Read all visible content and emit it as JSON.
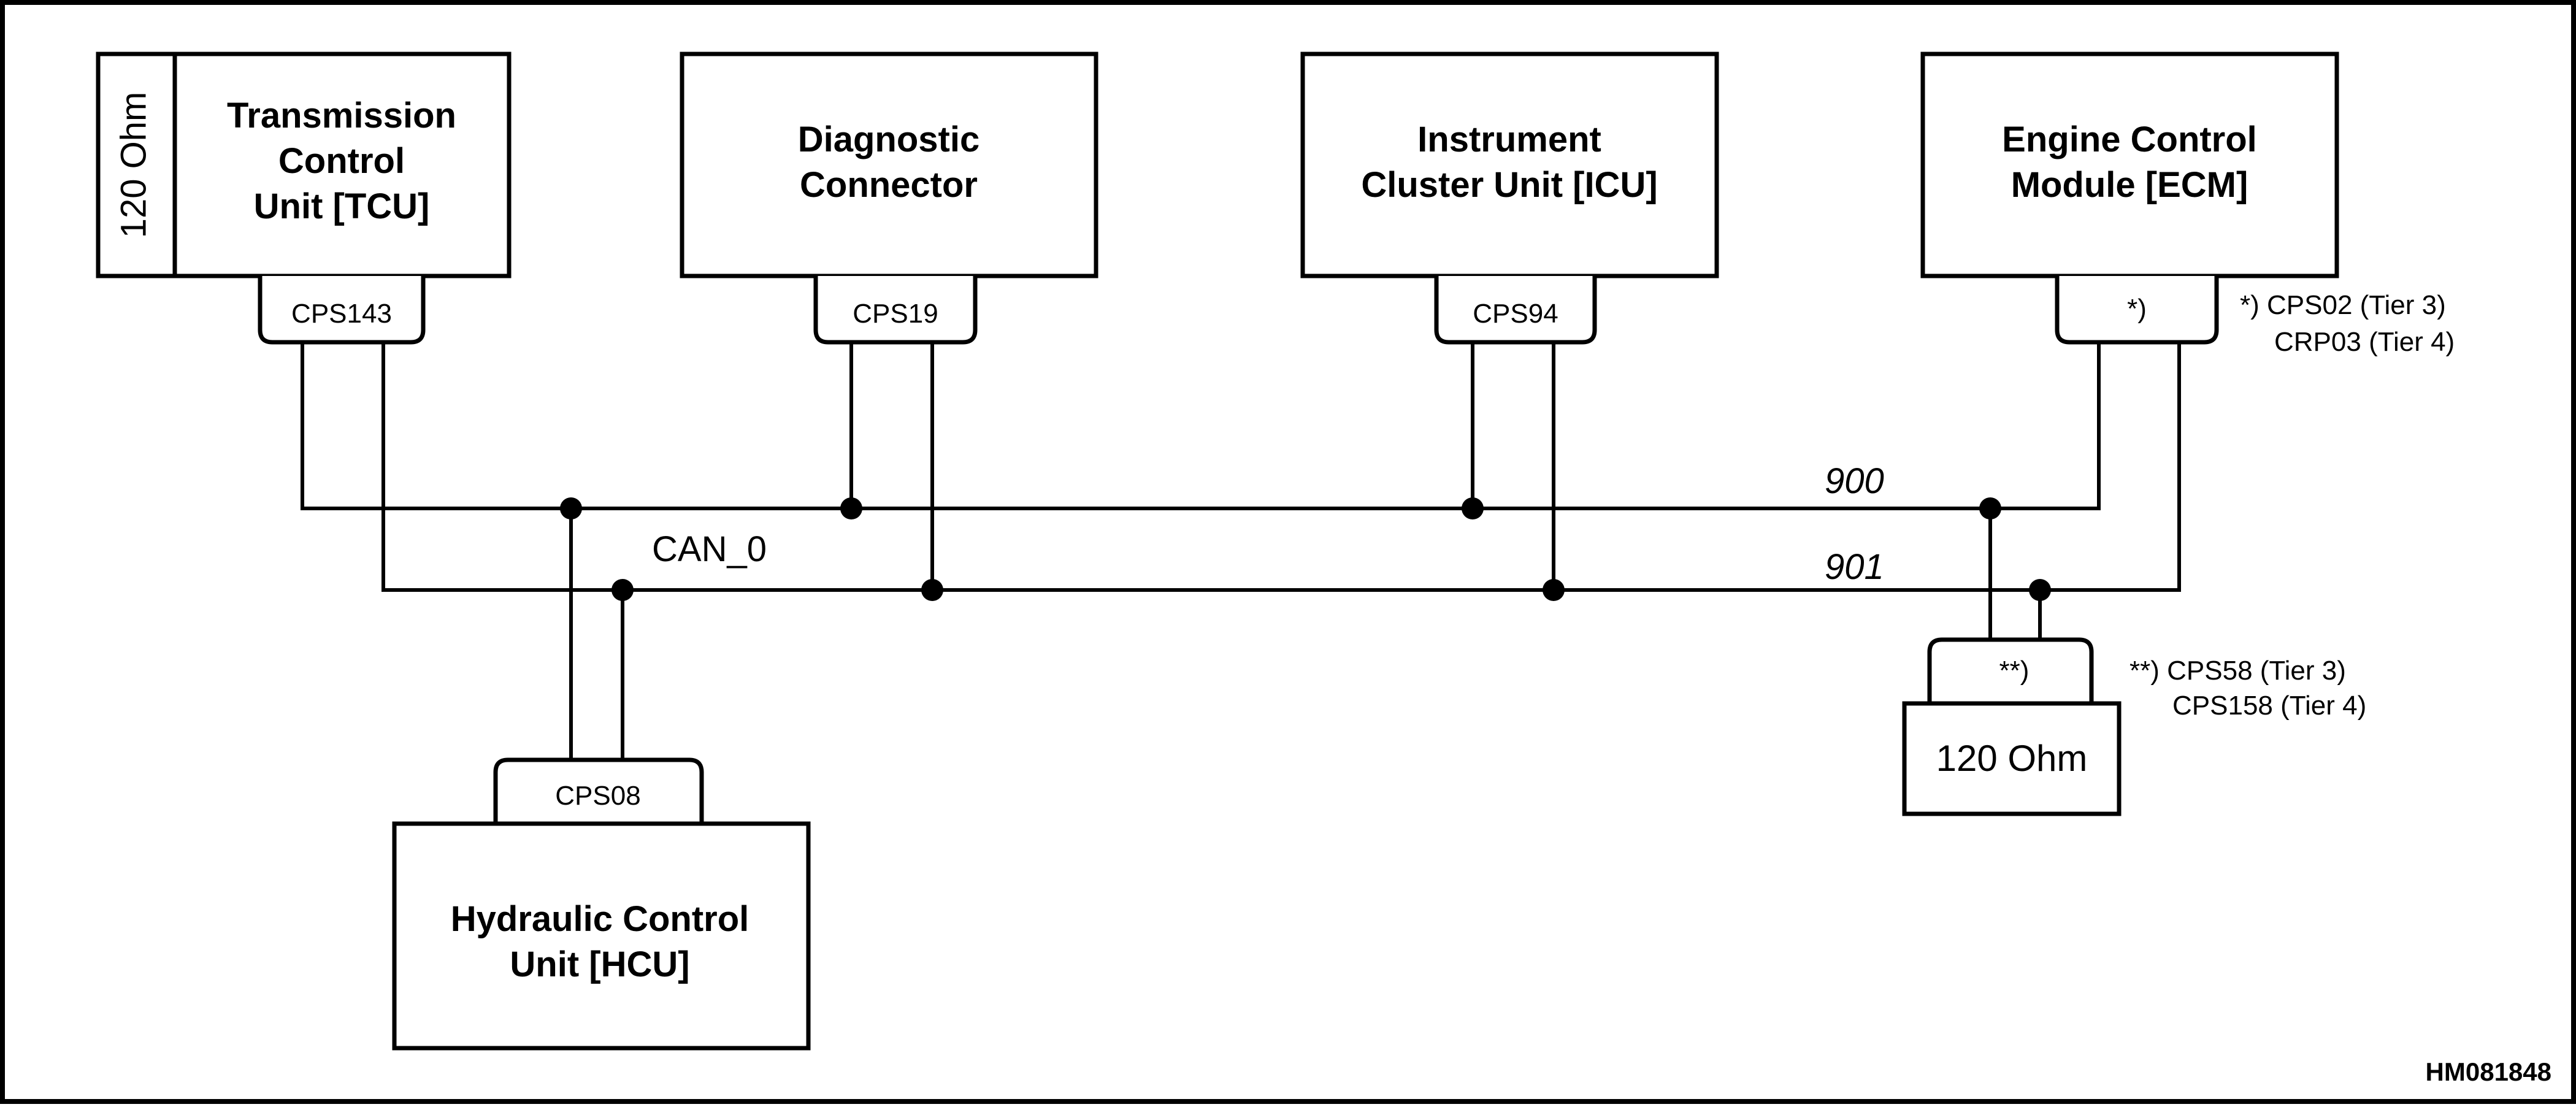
{
  "units": {
    "tcu": {
      "label_lines": [
        "Transmission",
        "Control",
        "Unit [TCU]"
      ],
      "terminator": "120 Ohm",
      "connector": "CPS143"
    },
    "diag": {
      "label_lines": [
        "Diagnostic",
        "Connector"
      ],
      "connector": "CPS19"
    },
    "icu": {
      "label_lines": [
        "Instrument",
        "Cluster Unit [ICU]"
      ],
      "connector": "CPS94"
    },
    "ecm": {
      "label_lines": [
        "Engine Control",
        "Module [ECM]"
      ],
      "connector": "*)"
    },
    "hcu": {
      "label_lines": [
        "Hydraulic Control",
        "Unit [HCU]"
      ],
      "connector": "CPS08"
    },
    "terminator": {
      "label": "120 Ohm",
      "connector": "**)"
    }
  },
  "notes": {
    "ecm_note": [
      "*) CPS02 (Tier 3)",
      "CRP03 (Tier 4)"
    ],
    "terminator_note": [
      "**) CPS58 (Tier 3)",
      "CPS158 (Tier 4)"
    ]
  },
  "bus": {
    "name": "CAN_0",
    "wire_high": "900",
    "wire_low": "901"
  },
  "figure_id": "HM081848"
}
